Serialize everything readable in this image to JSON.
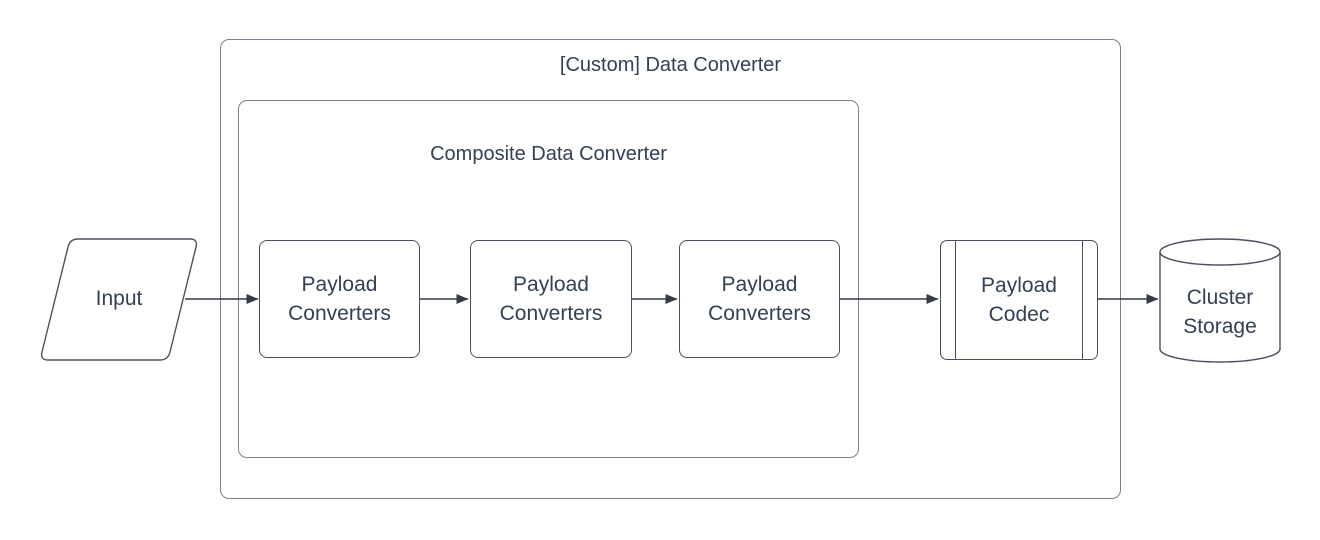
{
  "diagram": {
    "containers": {
      "outer": {
        "label": "[Custom] Data Converter"
      },
      "inner": {
        "label": "Composite Data Converter"
      }
    },
    "nodes": {
      "input": {
        "label": "Input",
        "shape": "parallelogram"
      },
      "payload_converters_1": {
        "label": "Payload Converters",
        "shape": "rounded-rectangle"
      },
      "payload_converters_2": {
        "label": "Payload Converters",
        "shape": "rounded-rectangle"
      },
      "payload_converters_3": {
        "label": "Payload Converters",
        "shape": "rounded-rectangle"
      },
      "payload_codec": {
        "label": "Payload Codec",
        "shape": "predefined-process"
      },
      "cluster_storage": {
        "label": "Cluster Storage",
        "shape": "cylinder"
      }
    },
    "edges": [
      {
        "from": "input",
        "to": "payload_converters_1"
      },
      {
        "from": "payload_converters_1",
        "to": "payload_converters_2"
      },
      {
        "from": "payload_converters_2",
        "to": "payload_converters_3"
      },
      {
        "from": "payload_converters_3",
        "to": "payload_codec"
      },
      {
        "from": "payload_codec",
        "to": "cluster_storage"
      }
    ],
    "colors": {
      "background": "#ffffff",
      "text": "#344054",
      "shape_border": "#4a515e",
      "container_border": "#7b828d",
      "arrow": "#353c47"
    }
  }
}
